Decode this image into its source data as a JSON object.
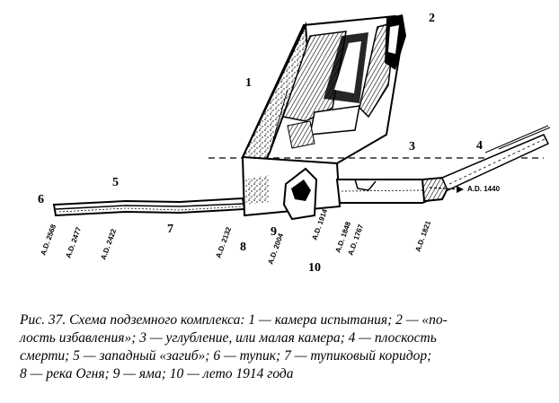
{
  "figure": {
    "labels": {
      "n1": "1",
      "n2": "2",
      "n3": "3",
      "n4": "4",
      "n5": "5",
      "n6": "6",
      "n7": "7",
      "n8": "8",
      "n9": "9",
      "n10": "10"
    },
    "dates": {
      "d2568": "A.D. 2568",
      "d2477": "A.D. 2477",
      "d2422": "A.D. 2422",
      "d2132": "A.D. 2132",
      "d2004": "A.D. 2004",
      "d1914": "A.D. 1914",
      "d1848": "A.D. 1848",
      "d1767": "A.D. 1767",
      "d1821": "A.D. 1821",
      "d1440": "A.D. 1440"
    }
  },
  "caption": {
    "line1": "Рис. 37. Схема подземного комплекса: 1 — камера испытания; 2 — «по-",
    "line2": "лость избавления»; 3 — углубление, или малая камера; 4 — плоскость",
    "line3": "смерти; 5 — западный «загиб»; 6 — тупик; 7 — тупиковый коридор;",
    "line4": "8 — река Огня; 9 — яма; 10 — лето 1914 года"
  }
}
